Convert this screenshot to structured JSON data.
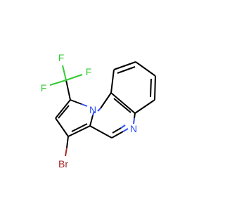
{
  "molecule": {
    "atoms": {
      "bromine": "Br",
      "fluorine_1": "F",
      "fluorine_2": "F",
      "fluorine_3": "F",
      "nitrogen_1": "N",
      "nitrogen_2": "N"
    },
    "colors": {
      "bond": "#000000",
      "bromine": "#a52a2a",
      "fluorine": "#33cc33",
      "nitrogen": "#3050f8",
      "background": "#ffffff"
    }
  }
}
